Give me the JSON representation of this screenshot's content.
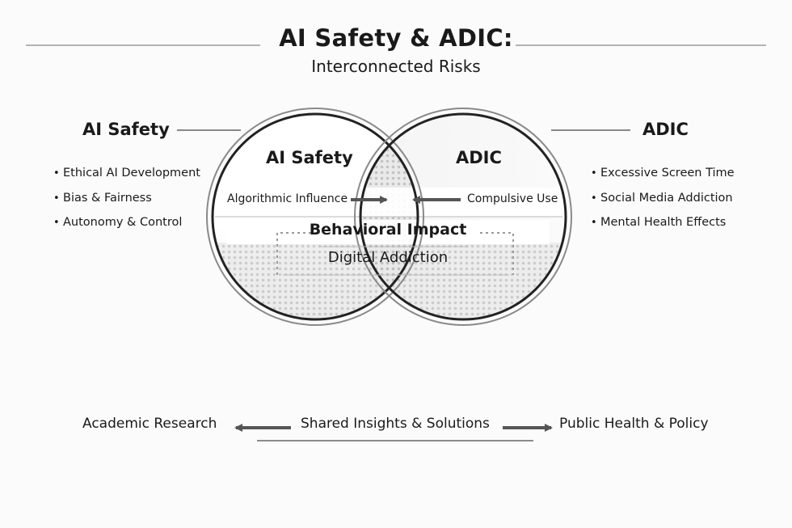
{
  "title": "AI Safety & ADIC:",
  "subtitle": "Interconnected Risks",
  "left_panel": {
    "heading": "AI Safety",
    "items": [
      "Ethical AI Development",
      "Bias & Fairness",
      "Autonomy & Control"
    ]
  },
  "right_panel": {
    "heading": "ADIC",
    "items": [
      "Excessive Screen Time",
      "Social Media Addiction",
      "Mental Health Effects"
    ]
  },
  "venn": {
    "left_label": "AI Safety",
    "right_label": "ADIC",
    "left_flow": "Algorithmic Influence",
    "right_flow": "Compulsive Use",
    "overlap_title": "Behavioral Impact",
    "overlap_sub": "Digital Addiction"
  },
  "bottom": {
    "left": "Academic Research",
    "center": "Shared Insights & Solutions",
    "right": "Public Health & Policy"
  },
  "colors": {
    "ink": "#1a1a1a",
    "ring": "#2a2a2a",
    "stipple": "#b9b9b9",
    "band": "#ffffff",
    "arrow": "#555555"
  }
}
